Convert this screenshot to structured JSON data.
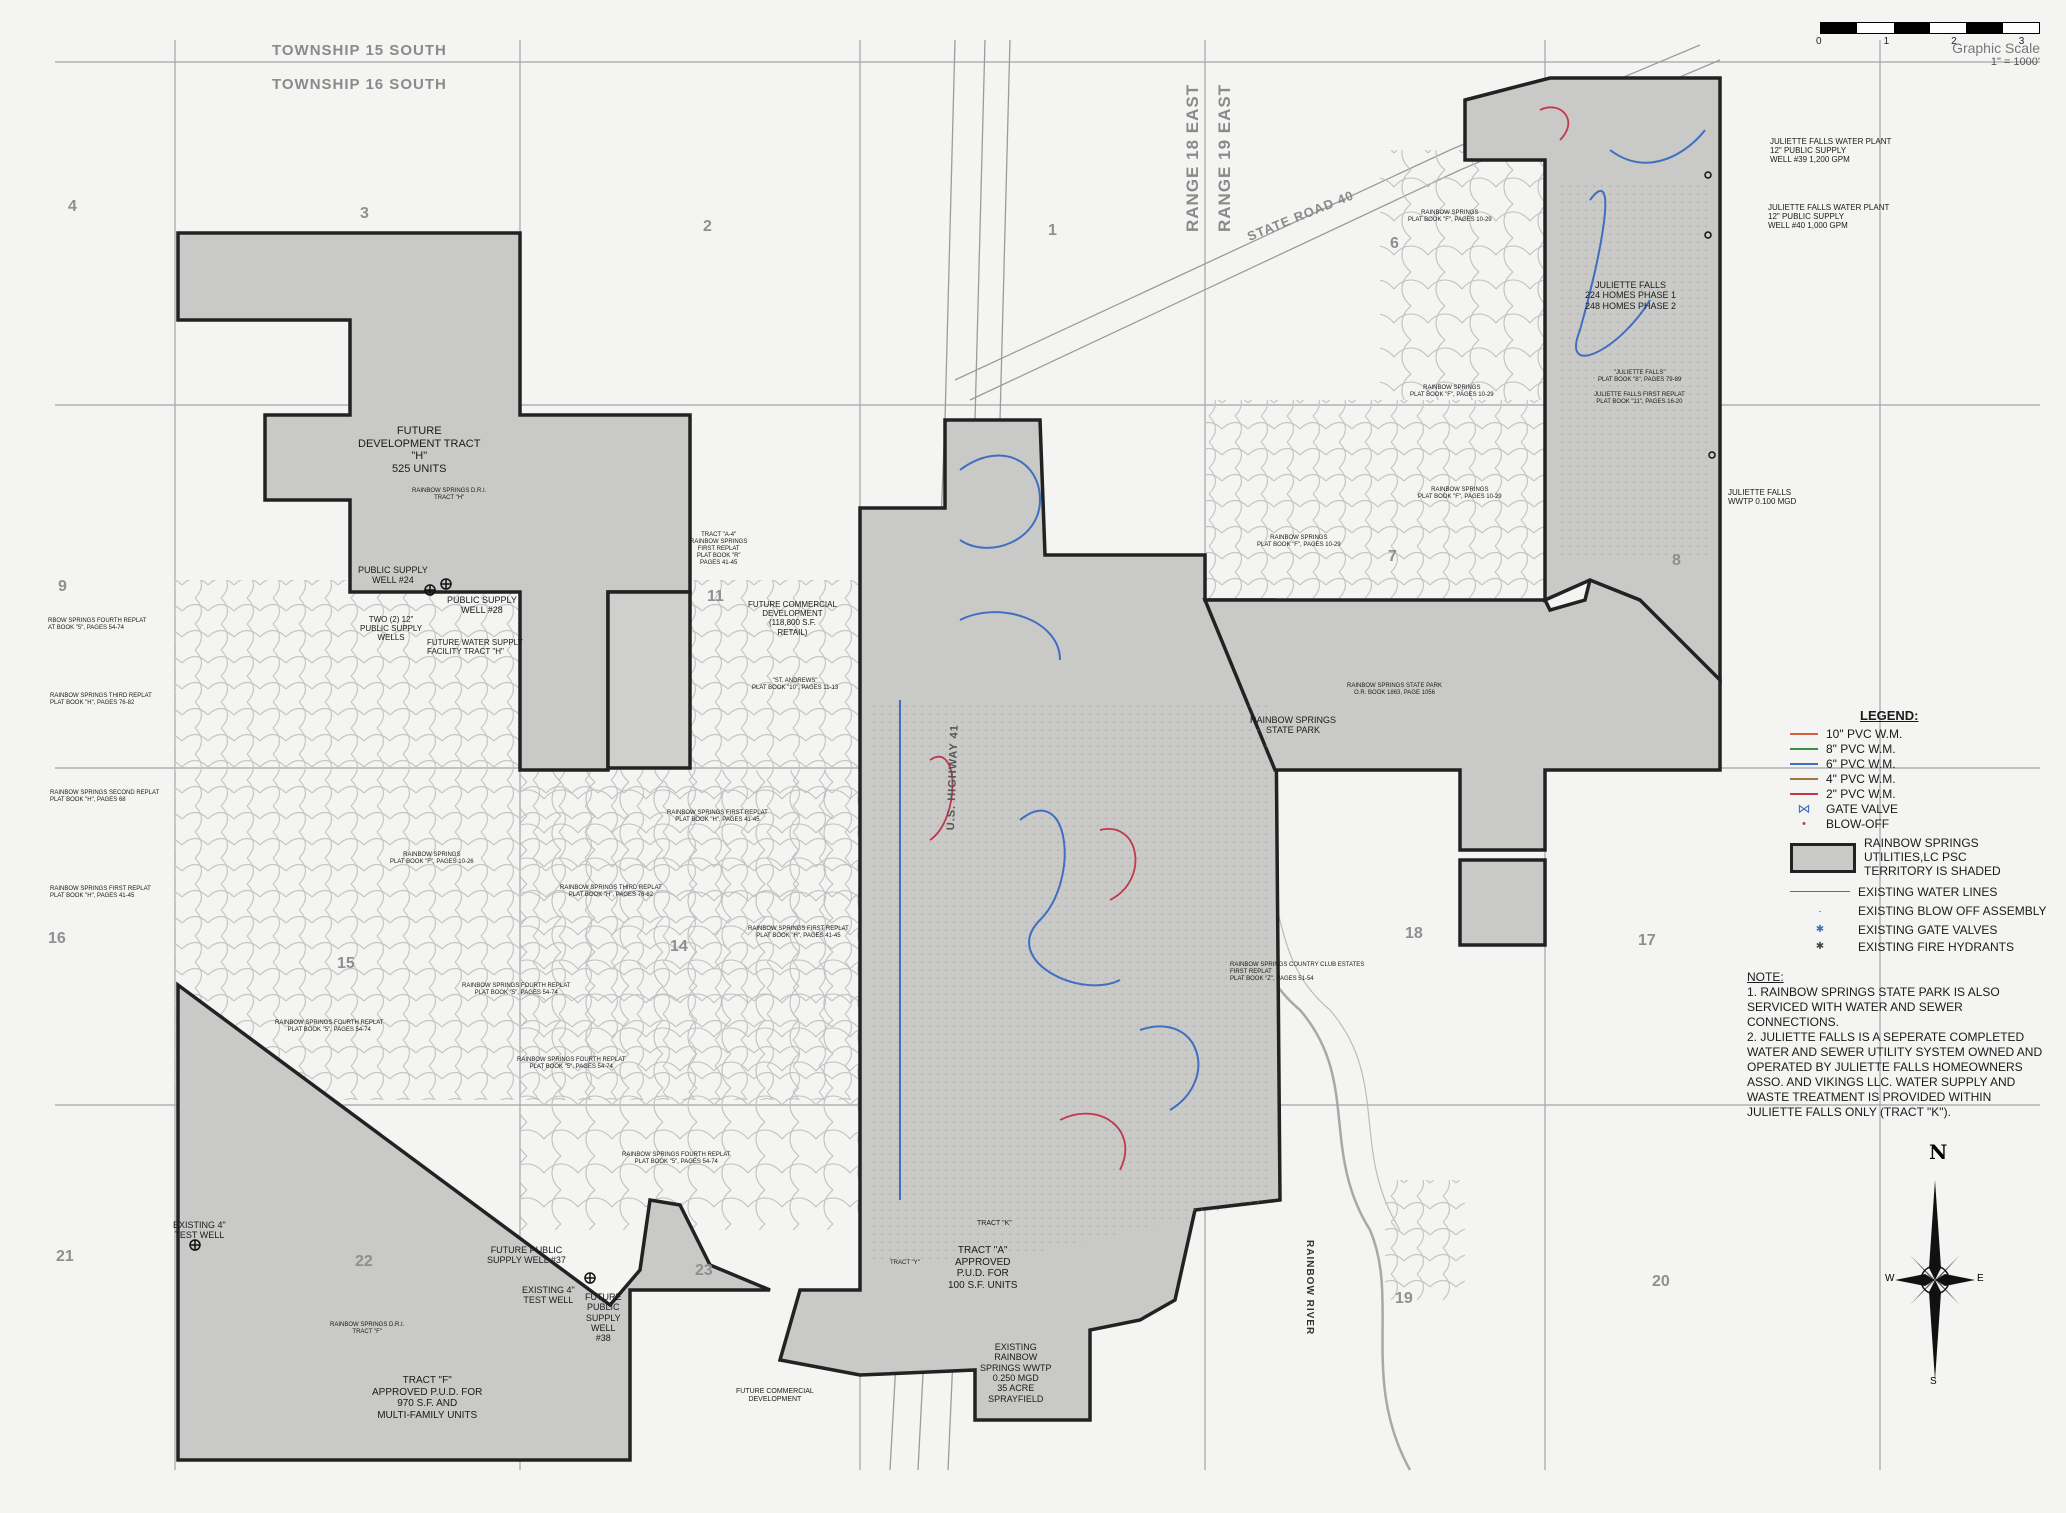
{
  "headers": {
    "township_15": "TOWNSHIP 15 SOUTH",
    "township_16": "TOWNSHIP 16 SOUTH",
    "range_18": "RANGE 18 EAST",
    "range_19": "RANGE 19 EAST",
    "state_road": "STATE ROAD 40",
    "us_highway": "U.S. HIGHWAY 41",
    "rainbow_river": "RAINBOW RIVER"
  },
  "scale": {
    "ticks": [
      "0",
      "1",
      "2",
      "3"
    ],
    "title": "Graphic Scale",
    "ratio": "1\" = 1000'"
  },
  "sections": [
    "4",
    "3",
    "2",
    "1",
    "6",
    "9",
    "11",
    "7",
    "8",
    "16",
    "15",
    "14",
    "18",
    "17",
    "21",
    "22",
    "23",
    "19",
    "20"
  ],
  "labels": {
    "tract_h": "FUTURE\nDEVELOPMENT TRACT\n\"H\"\n525 UNITS",
    "tract_h_dri": "RAINBOW SPRINGS D.R.I.\nTRACT \"H\"",
    "well_24": "PUBLIC SUPPLY\nWELL #24",
    "well_28": "PUBLIC SUPPLY\nWELL #28",
    "two_wells": "TWO (2) 12\"\nPUBLIC SUPPLY\nWELLS",
    "water_facility": "FUTURE WATER SUPPLY\nFACILITY TRACT \"H\"",
    "tract_a4": "TRACT \"A-4\"\nRAINBOW SPRINGS\nFIRST REPLAT\nPLAT BOOK \"R\"\nPAGES 41-45",
    "future_commercial": "FUTURE COMMERCIAL\nDEVELOPMENT\n(118,800 S.F.\nRETAIL)",
    "st_andrews": "\"ST. ANDREWS\"\nPLAT BOOK \"10\", PAGES 11-13",
    "juliette_plant_39": "JULIETTE FALLS WATER PLANT\n12\" PUBLIC SUPPLY\nWELL #39 1,200 GPM",
    "juliette_plant_40": "JULIETTE FALLS WATER PLANT\n12\" PUBLIC SUPPLY\nWELL #40 1,000 GPM",
    "juliette_falls": "JULIETTE FALLS\n224 HOMES PHASE 1\n248 HOMES PHASE 2",
    "juliette_falls_plat": "\"JULIETTE FALLS\"\nPLAT BOOK \"8\", PAGES 79-89",
    "juliette_falls_replat": "JULIETTE FALLS FIRST REPLAT\nPLAT BOOK \"11\", PAGES 16-20",
    "juliette_wwtp": "JULIETTE FALLS\nWWTP 0.100 MGD",
    "state_park": "RAINBOW SPRINGS\nSTATE PARK",
    "state_park_book": "RAINBOW SPRINGS STATE PARK\nO.R. BOOK 1863, PAGE 1056",
    "rs_plat_f": "RAINBOW SPRINGS\nPLAT BOOK \"F\", PAGES 10-29",
    "rs_plat_f2": "RAINBOW SPRINGS\nPLAT BOOK \"F\", PAGES 10-29",
    "rs_plat_f3": "RAINBOW SPRINGS\nPLAT BOOK \"F\", PAGES 10-29",
    "rs_plat_f4": "RAINBOW SPRINGS\nPLAT BOOK \"F\", PAGES 10-29",
    "rs_fourth_left": "RBOW SPRINGS FOURTH REPLAT\nAT BOOK \"5\", PAGES 54-74",
    "rs_third_left": "RAINBOW SPRINGS THIRD REPLAT\nPLAT BOOK \"H\", PAGES 76-82",
    "rs_second_left": "RAINBOW SPRINGS SECOND REPLAT\nPLAT BOOK \"H\", PAGES 68",
    "rs_first_left": "RAINBOW SPRINGS FIRST REPLAT\nPLAT BOOK \"H\", PAGES 41-45",
    "rs_first_mid": "RAINBOW SPRINGS FIRST REPLAT\nPLAT BOOK \"H\", PAGES 41-45",
    "rs_plat_mid": "RAINBOW SPRINGS\nPLAT BOOK \"F\", PAGES 10-26",
    "rs_third_mid": "RAINBOW SPRINGS THIRD REPLAT\nPLAT BOOK \"H\", PAGES 76-82",
    "rs_first_14": "RAINBOW SPRINGS FIRST REPLAT\nPLAT BOOK \"H\", PAGES 41-45",
    "rs_fourth_15": "RAINBOW SPRINGS FOURTH REPLAT\nPLAT BOOK \"5\", PAGES 54-74",
    "rs_fourth_15b": "RAINBOW SPRINGS FOURTH REPLAT\nPLAT BOOK \"5\", PAGES 54-74",
    "rs_fourth_mid": "RAINBOW SPRINGS FOURTH REPLAT\nPLAT BOOK \"5\", PAGES 54-74",
    "rs_fourth_low": "RAINBOW SPRINGS FOURTH REPLAT\nPLAT BOOK \"5\", PAGES 54-74",
    "country_club": "RAINBOW SPRINGS COUNTRY CLUB ESTATES\nFIRST REPLAT\nPLAT BOOK \"Z\", PAGES 51-54",
    "existing_test_well": "EXISTING 4\"\nTEST WELL",
    "existing_test_well_2": "EXISTING 4\"\nTEST WELL",
    "well_37": "FUTURE PUBLIC\nSUPPLY WELL #37",
    "well_38": "FUTURE\nPUBLIC\nSUPPLY\nWELL\n#38",
    "tract_f_dri": "RAINBOW SPRINGS D.R.I.\nTRACT \"F\"",
    "tract_f": "TRACT \"F\"\nAPPROVED P.U.D. FOR\n970 S.F. AND\nMULTI-FAMILY UNITS",
    "tract_a": "TRACT \"A\"\nAPPROVED\nP.U.D. FOR\n100 S.F. UNITS",
    "tract_k": "TRACT \"K\"",
    "tract_y": "TRACT \"Y\"",
    "wwtp": "EXISTING\nRAINBOW\nSPRINGS WWTP\n0.250 MGD\n35 ACRE\nSPRAYFIELD",
    "future_commercial_2": "FUTURE COMMERCIAL\nDEVELOPMENT"
  },
  "legend": {
    "title": "LEGEND:",
    "pipes": [
      {
        "label": "10\" PVC W.M.",
        "color": "#d4603c"
      },
      {
        "label": "8\" PVC W.M.",
        "color": "#3c8f4a"
      },
      {
        "label": "6\" PVC W.M.",
        "color": "#3f6fc0"
      },
      {
        "label": "4\" PVC W.M.",
        "color": "#9c7b3a"
      },
      {
        "label": "2\" PVC W.M.",
        "color": "#c2384a"
      }
    ],
    "gate_valve": "GATE VALVE",
    "blow_off": "BLOW-OFF",
    "territory": "RAINBOW SPRINGS\nUTILITIES,LC PSC\nTERRITORY IS SHADED",
    "existing_lines": "EXISTING WATER LINES",
    "existing_blow": "EXISTING BLOW OFF ASSEMBLY",
    "existing_valves": "EXISTING GATE VALVES",
    "existing_hydrants": "EXISTING FIRE HYDRANTS"
  },
  "note": {
    "title": "NOTE:",
    "line1": "1. RAINBOW SPRINGS STATE PARK IS ALSO SERVICED WITH WATER AND SEWER CONNECTIONS.",
    "line2": "2. JULIETTE FALLS IS A SEPERATE COMPLETED WATER AND SEWER UTILITY SYSTEM OWNED AND OPERATED BY JULIETTE FALLS HOMEOWNERS ASSO. AND VIKINGS LLC. WATER SUPPLY AND WASTE TREATMENT IS PROVIDED WITHIN JULIETTE FALLS ONLY (TRACT \"K\")."
  },
  "compass": {
    "n": "N",
    "s": "S",
    "e": "E",
    "w": "W"
  },
  "colors": {
    "territory_fill": "#c9c9c7",
    "boundary": "#2a2a2a",
    "water_line": "#3f6fc0",
    "red_line": "#c2384a",
    "street": "#bdbdbd",
    "section_line": "#9a9a9a"
  }
}
